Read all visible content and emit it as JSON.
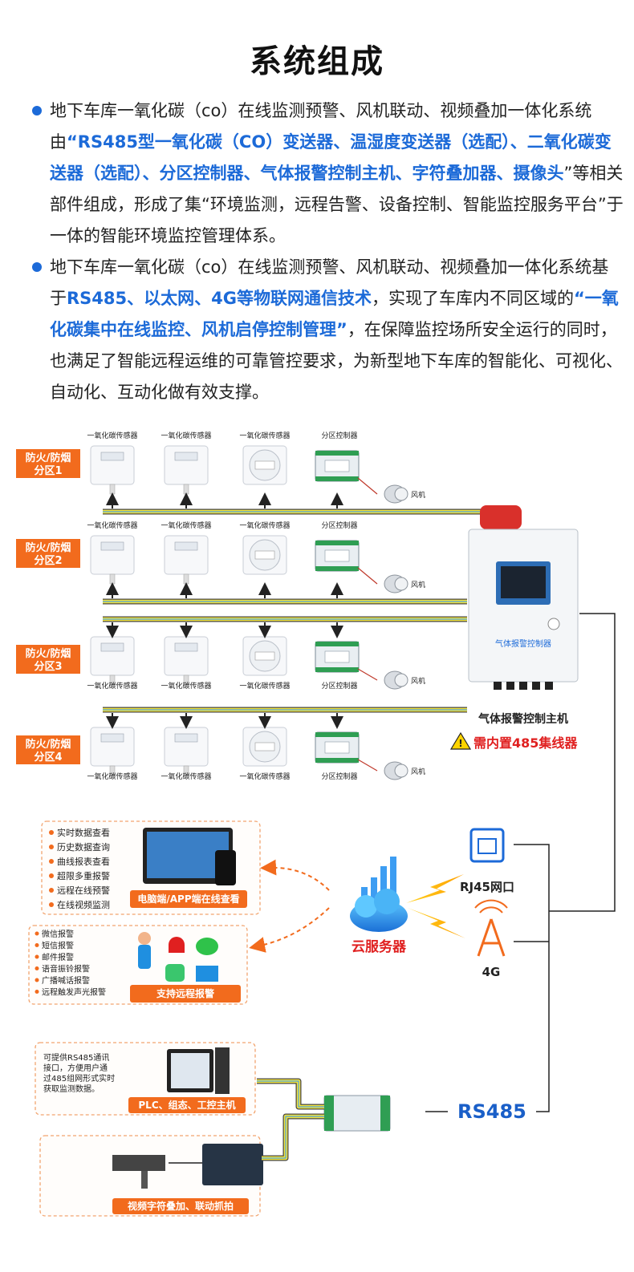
{
  "title": "系统组成",
  "paragraphs": [
    [
      {
        "text": "地下车库一氧化碳（co）在线监测预警、风机联动、视频叠加一体化系统由",
        "hl": false
      },
      {
        "text": "“RS485型一氧化碳（CO）变送器、温湿度变送器（选配）、二氧化碳变送器（选配）、分区控制器、气体报警控制主机、字符叠加器、摄像头",
        "hl": true
      },
      {
        "text": "”等相关部件组成，形成了集“环境监测，远程告警、设备控制、智能监控服务平台”于一体的智能环境监控管理体系。",
        "hl": false
      }
    ],
    [
      {
        "text": "地下车库一氧化碳（co）在线监测预警、风机联动、视频叠加一体化系统基于",
        "hl": false
      },
      {
        "text": "RS485、以太网、4G等物联网通信技术",
        "hl": true
      },
      {
        "text": "，实现了车库内不同区域的",
        "hl": false
      },
      {
        "text": "“一氧化碳集中在线监控、风机启停控制管理”",
        "hl": true
      },
      {
        "text": "，在保障监控场所安全运行的同时，也满足了智能远程运维的可靠管控要求，为新型地下车库的智能化、可视化、自动化、互动化做有效支撑。",
        "hl": false
      }
    ]
  ],
  "zones": [
    {
      "label": [
        "防火/防烟",
        "分区1"
      ],
      "sensor": "一氧化碳传感器",
      "ctrl": "分区控制器",
      "fan": "风机"
    },
    {
      "label": [
        "防火/防烟",
        "分区2"
      ],
      "sensor": "一氧化碳传感器",
      "ctrl": "分区控制器",
      "fan": "风机"
    },
    {
      "label": [
        "防火/防烟",
        "分区3"
      ],
      "sensor": "一氧化碳传感器",
      "ctrl": "分区控制器",
      "fan": "风机"
    },
    {
      "label": [
        "防火/防烟",
        "分区4"
      ],
      "sensor": "一氧化碳传感器",
      "ctrl": "分区控制器",
      "fan": "风机"
    }
  ],
  "panel": {
    "screen_label": "气体报警控制器",
    "host_label": "气体报警控制主机",
    "warning": "需内置485集线器"
  },
  "cloud": {
    "label": "云服务器"
  },
  "net": {
    "rj45": "RJ45网口",
    "g4": "4G",
    "rs485": "RS485"
  },
  "view_features": [
    "实时数据查看",
    "历史数据查询",
    "曲线报表查看",
    "超限多重报警",
    "远程在线预警",
    "在线视频监测"
  ],
  "view_banner": "电脑端/APP端在线查看",
  "alarm_features": [
    "微信报警",
    "短信报警",
    "邮件报警",
    "语音振铃报警",
    "广播喊话报警",
    "远程触发声光报警"
  ],
  "alarm_banner": "支持远程报警",
  "plc_text": [
    "可提供RS485通讯",
    "接口，方便用户通",
    "过485组网形式实时",
    "获取监测数据。"
  ],
  "plc_banner": "PLC、组态、工控主机",
  "video_banner": "视频字符叠加、联动抓拍",
  "colors": {
    "accent_blue": "#1c6ad8",
    "orange": "#f26b1d",
    "red": "#e02020",
    "dark_blue": "#1a5fc8"
  }
}
